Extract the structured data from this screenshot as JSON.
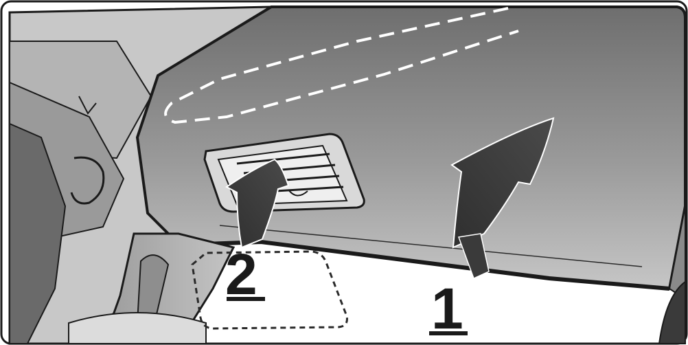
{
  "steps": [
    {
      "number": "1",
      "action": "lift-up"
    },
    {
      "number": "2",
      "action": "lift-up"
    }
  ],
  "colors": {
    "panel": "#8c8c8c",
    "panel_light": "#c8c8c8",
    "pillar": "#a8a8a8",
    "arrow": "#3a3a3a",
    "outline": "#1a1a1a",
    "background": "#ffffff"
  },
  "icons": [
    "curved-arrow-icon",
    "curved-arrow-icon"
  ]
}
